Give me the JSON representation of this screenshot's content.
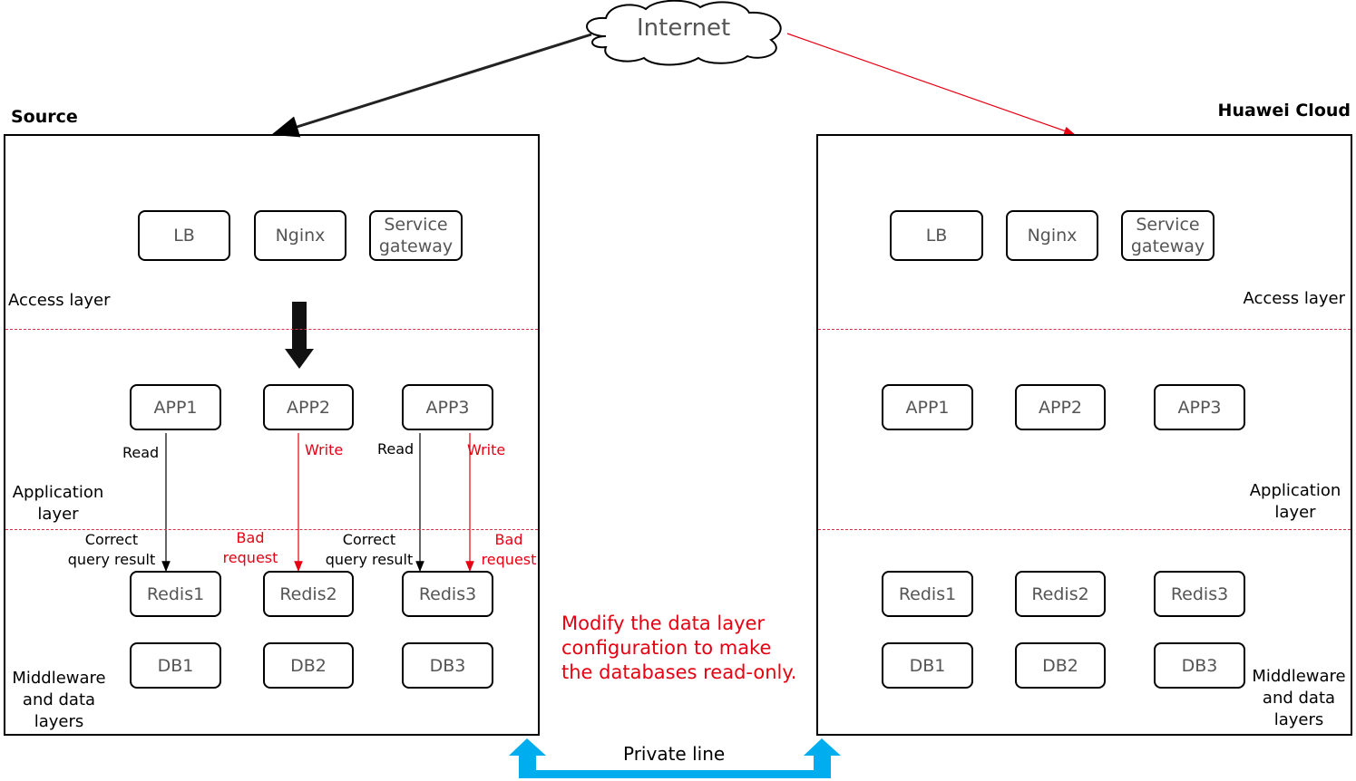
{
  "internet": {
    "label": "Internet"
  },
  "source": {
    "title": "Source",
    "access": {
      "nodes": [
        "LB",
        "Nginx",
        "Service gateway"
      ],
      "label": "Access layer"
    },
    "app": {
      "nodes": [
        "APP1",
        "APP2",
        "APP3"
      ],
      "label": "Application layer"
    },
    "redis": [
      "Redis1",
      "Redis2",
      "Redis3"
    ],
    "db": [
      "DB1",
      "DB2",
      "DB3"
    ],
    "data_label": "Middleware and data layers",
    "flows": {
      "read": "Read",
      "write": "Write",
      "correct": "Correct query result",
      "bad": "Bad request"
    }
  },
  "cloud": {
    "title": "Huawei Cloud",
    "access": {
      "nodes": [
        "LB",
        "Nginx",
        "Service gateway"
      ],
      "label": "Access layer"
    },
    "app": {
      "nodes": [
        "APP1",
        "APP2",
        "APP3"
      ],
      "label": "Application layer"
    },
    "redis": [
      "Redis1",
      "Redis2",
      "Redis3"
    ],
    "db": [
      "DB1",
      "DB2",
      "DB3"
    ],
    "data_label": "Middleware and data layers"
  },
  "note": "Modify the data layer configuration to make the databases read-only.",
  "private_line": "Private line",
  "colors": {
    "accent_red": "#e60012",
    "private_line_blue": "#00aeef"
  }
}
